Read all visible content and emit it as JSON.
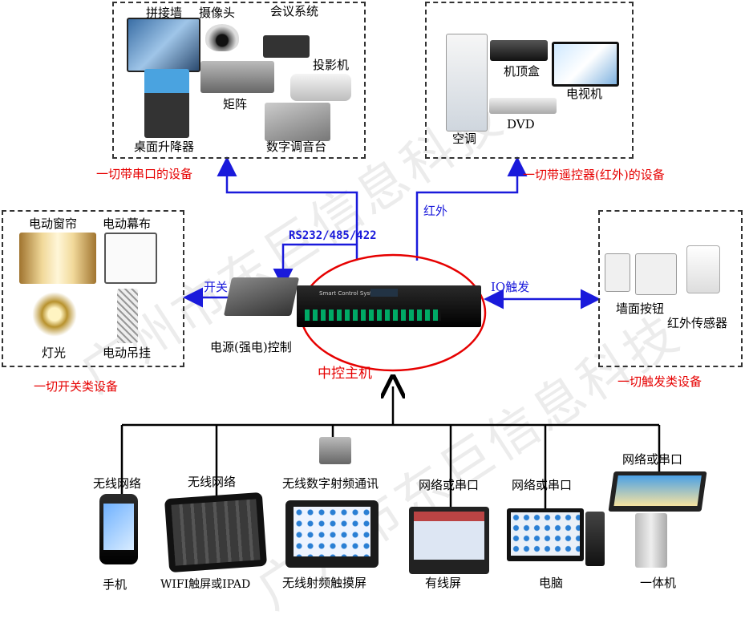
{
  "serial_group": {
    "items": {
      "video_wall": "拼接墙",
      "camera": "摄像头",
      "conference": "会议系统",
      "projector": "投影机",
      "matrix": "矩阵",
      "desktop_lifter": "桌面升降器",
      "mixer": "数字调音台"
    },
    "caption": "一切带串口的设备"
  },
  "ir_group": {
    "items": {
      "ac": "空调",
      "stb": "机顶盒",
      "tv": "电视机",
      "dvd": "DVD"
    },
    "caption": "一切带遥控器(红外)的设备"
  },
  "switch_group": {
    "items": {
      "curtain": "电动窗帘",
      "screen": "电动幕布",
      "light": "灯光",
      "hanger": "电动吊挂"
    },
    "caption": "一切开关类设备"
  },
  "trigger_group": {
    "items": {
      "wall_button": "墙面按钮",
      "ir_sensor": "红外传感器"
    },
    "caption": "一切触发类设备"
  },
  "center": {
    "power_control": "电源(强电)控制",
    "host": "中控主机",
    "host_panel": "Smart Control System"
  },
  "links": {
    "rs232": "RS232/485/422",
    "ir": "红外",
    "switch": "开关",
    "io": "IO触发"
  },
  "bottom": {
    "phone": {
      "conn": "无线网络",
      "name": "手机"
    },
    "wifi_pad": {
      "conn": "无线网络",
      "name": "WIFI触屏或IPAD"
    },
    "rf_pad": {
      "conn": "无线数字射频通讯",
      "name": "无线射频触摸屏"
    },
    "wired": {
      "conn": "网络或串口",
      "name": "有线屏"
    },
    "pc": {
      "conn": "网络或串口",
      "name": "电脑"
    },
    "kiosk": {
      "conn": "网络或串口",
      "name": "一体机"
    }
  },
  "watermark": "广州市东巨信息科技"
}
